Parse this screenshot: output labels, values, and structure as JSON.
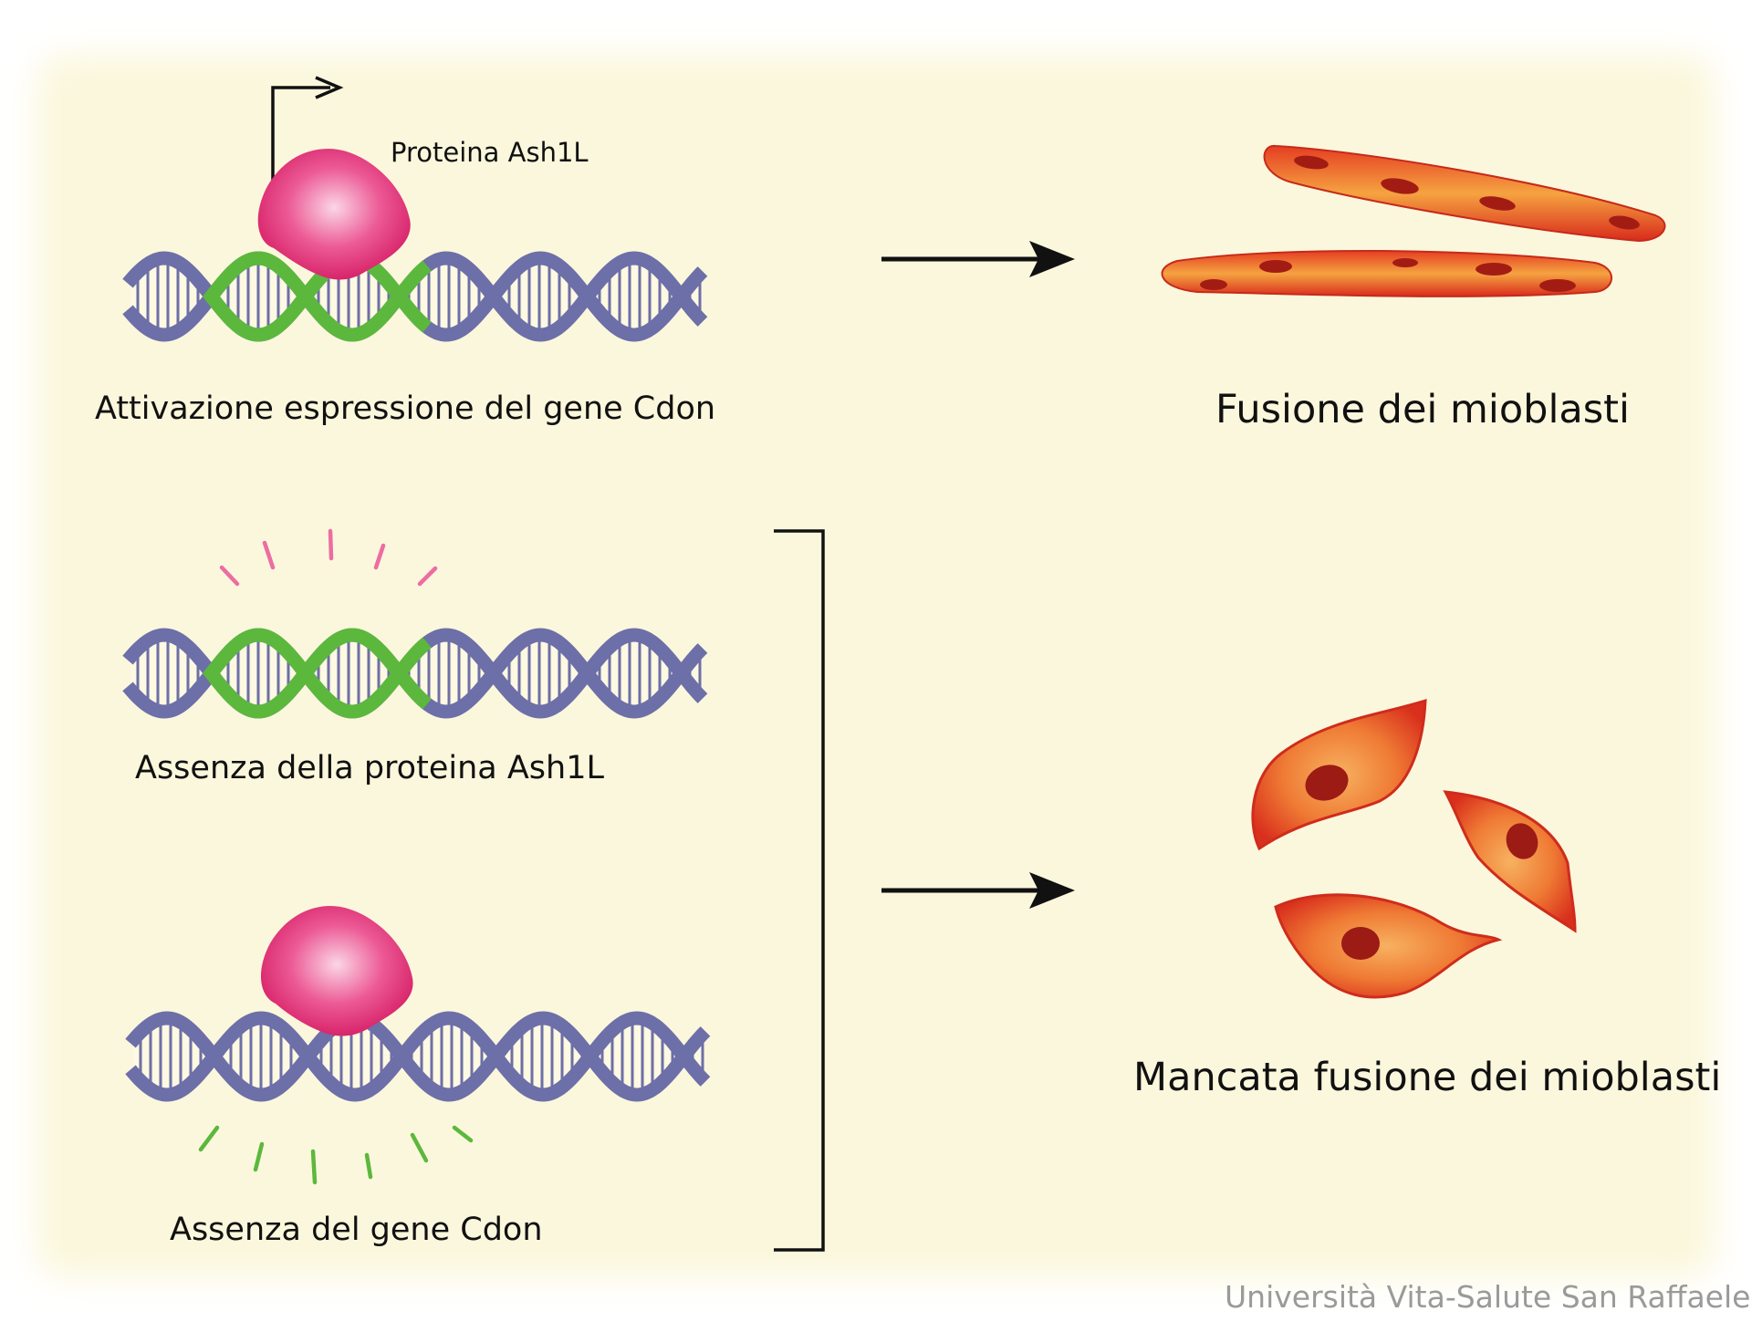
{
  "labels": {
    "protein": "Proteina Ash1L",
    "activation": "Attivazione espressione del gene Cdon",
    "fusion": "Fusione dei mioblasti",
    "absence_protein": "Assenza della proteina Ash1L",
    "absence_gene": "Assenza del gene Cdon",
    "no_fusion": "Mancata fusione dei mioblasti",
    "credit": "Università Vita-Salute San Raffaele"
  },
  "colors": {
    "background": "#fbf7dc",
    "dna_strand": "#6d6fa8",
    "gene_strand": "#5cb83c",
    "dna_rungs": "#fdf9e3",
    "protein": "#e6407a",
    "cell_fill": "#e4452a",
    "cell_nucleus": "#9c1b14",
    "pink_rays": "#ec6da2",
    "green_rays": "#5cb83c",
    "ink": "#111111"
  },
  "icons": [
    "promoter-arrow-icon",
    "ash1l-protein-icon",
    "dna-helix-icon",
    "elongated-myotube-icon",
    "myoblast-cell-icon",
    "bracket-icon"
  ]
}
